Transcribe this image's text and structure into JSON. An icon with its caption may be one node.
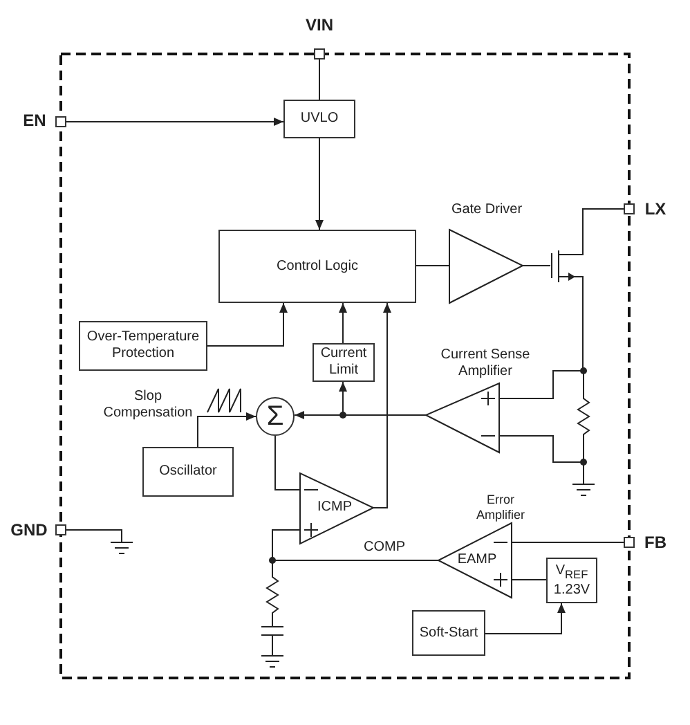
{
  "diagram": {
    "nodes": [
      {
        "text": [
          "VIN"
        ]
      },
      {
        "text": [
          "EN"
        ]
      },
      {
        "text": [
          "UVLO"
        ]
      },
      {
        "text": [
          "LX"
        ]
      },
      {
        "text": [
          "Control Logic"
        ]
      },
      {
        "text": [
          "Gate Driver"
        ]
      },
      {
        "text": [],
        "shape": "transistor"
      },
      {
        "text": [
          "Over-Temperature Protection"
        ]
      },
      {
        "text": [
          "Current Limit"
        ]
      },
      {
        "text": [
          "Current Sense Amplifier"
        ]
      },
      {
        "text": [
          "Σ"
        ]
      },
      {
        "text": [
          "Oscillator"
        ]
      },
      {
        "text": [
          "GND"
        ]
      },
      {
        "text": [
          "ICMP"
        ]
      },
      {
        "text": [
          "Error Amplifier",
          "EAMP"
        ]
      },
      {
        "text": [
          "FB"
        ]
      },
      {
        "text": [
          "V$_{REF}$ 1.23V"
        ]
      },
      {
        "text": [
          "Soft-Start"
        ]
      }
    ],
    "edges": [
      {
        "from": 0,
        "to": 2,
        "arrow": "none"
      },
      {
        "from": 1,
        "to": 2,
        "arrow": "to"
      },
      {
        "from": 2,
        "to": 4,
        "arrow": "to"
      },
      {
        "from": 4,
        "to": 5,
        "arrow": "none"
      },
      {
        "from": 5,
        "to": 6,
        "arrow": "none"
      },
      {
        "from": 6,
        "to": 3,
        "arrow": "none"
      },
      {
        "from": 7,
        "to": 4,
        "arrow": "to"
      },
      {
        "from": 8,
        "to": 4,
        "arrow": "to"
      },
      {
        "from": 13,
        "to": 4,
        "arrow": "to"
      },
      {
        "from": 9,
        "to": 8,
        "arrow": "to"
      },
      {
        "from": 9,
        "to": 10,
        "arrow": "to"
      },
      {
        "from": 11,
        "to": 10,
        "arrow": "to"
      },
      {
        "from": 10,
        "to": 13,
        "arrow": "none"
      },
      {
        "from": 14,
        "to": 13,
        "label": "COMP",
        "arrow": "none"
      },
      {
        "from": 15,
        "to": 14,
        "arrow": "none"
      },
      {
        "from": 16,
        "to": 14,
        "arrow": "none"
      },
      {
        "from": 17,
        "to": 16,
        "arrow": "to"
      },
      {
        "from": 6,
        "to": 9,
        "arrow": "none"
      }
    ],
    "labels": [
      "Slop Compensation"
    ]
  }
}
